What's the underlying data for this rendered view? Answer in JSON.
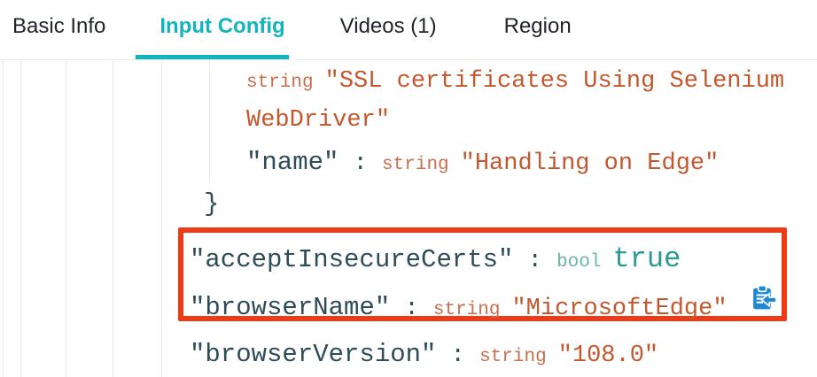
{
  "tabs": {
    "items": [
      {
        "label": "Basic Info",
        "active": false
      },
      {
        "label": "Input Config",
        "active": true
      },
      {
        "label": "Videos (1)",
        "active": false
      },
      {
        "label": "Region",
        "active": false
      }
    ]
  },
  "viewer": {
    "ssl_entry": {
      "type_label": "string",
      "value": "\"SSL certificates Using Selenium WebDriver\""
    },
    "name_entry": {
      "key": "\"name\"",
      "colon": " : ",
      "type_label": "string",
      "value": "\"Handling on Edge\""
    },
    "close_brace": "}",
    "highlighted": {
      "accept_entry": {
        "key": "\"acceptInsecureCerts\"",
        "colon": " : ",
        "type_label": "bool",
        "value": "true"
      },
      "browser_name_entry": {
        "key": "\"browserName\"",
        "colon": " : ",
        "type_label": "string",
        "value": "\"MicrosoftEdge\"",
        "icon": "clipboard-copy-icon"
      }
    },
    "browser_version_entry": {
      "key": "\"browserVersion\"",
      "colon": " : ",
      "type_label": "string",
      "value": "\"108.0\""
    }
  },
  "colors": {
    "accent_teal": "#14b4bd",
    "key_text": "#2e4d57",
    "string_value": "#c3572d",
    "string_label": "#ca6f4e",
    "bool_label": "#6cb5ac",
    "bool_value": "#2b9a92",
    "highlight_border": "#ee3a16",
    "copy_icon_blue": "#1e88d2",
    "guide_line": "#e9e9e9"
  }
}
